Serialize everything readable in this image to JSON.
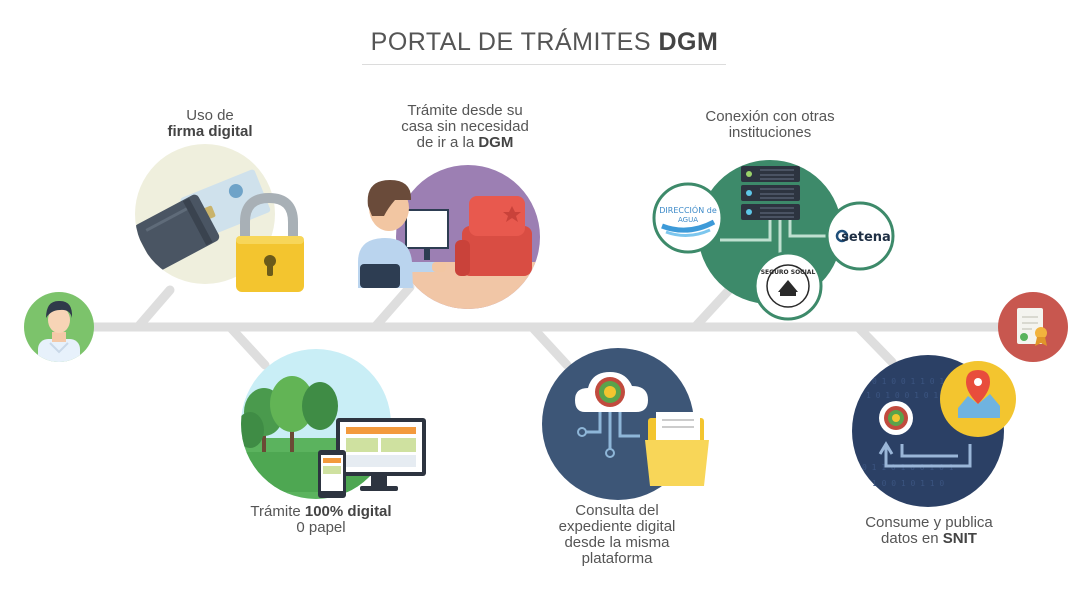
{
  "title": {
    "light": "PORTAL DE TRÁMITES",
    "bold": "DGM"
  },
  "steps": [
    {
      "lines": [
        {
          "text": "Uso de"
        },
        {
          "bold": "firma digital"
        }
      ]
    },
    {
      "lines": [
        {
          "text": "Trámite desde su"
        },
        {
          "text": "casa sin necesidad"
        },
        {
          "text": "de ir a la ",
          "bold": "DGM"
        }
      ]
    },
    {
      "lines": [
        {
          "text": "Conexión con otras"
        },
        {
          "text": "instituciones"
        }
      ]
    },
    {
      "lines": [
        {
          "text": "Trámite ",
          "bold": "100% digital"
        },
        {
          "text": "0 papel"
        }
      ]
    },
    {
      "lines": [
        {
          "text": "Consulta del"
        },
        {
          "text": "expediente digital"
        },
        {
          "text": "desde la misma"
        },
        {
          "text": "plataforma"
        }
      ]
    },
    {
      "lines": [
        {
          "text": "Consume y publica"
        },
        {
          "text": "datos en ",
          "bold": "SNIT"
        }
      ]
    }
  ],
  "logos": {
    "direccion_agua": [
      "DIRECCIÓN de",
      "AGUA"
    ],
    "setena": "setena",
    "seguro_social": "SEGURO SOCIAL"
  },
  "colors": {
    "timeline": "#dedede",
    "text": "#555555",
    "user_circle": "#7cc36b",
    "document_circle": "#c8574f",
    "firma_circle": "#efefdd",
    "casa_circle": "#9c7fb3",
    "instituciones_circle": "#3d8a6a",
    "digital_circle": "#c9eef6",
    "consulta_circle": "#3d5677",
    "snit_circle": "#2b4065"
  }
}
